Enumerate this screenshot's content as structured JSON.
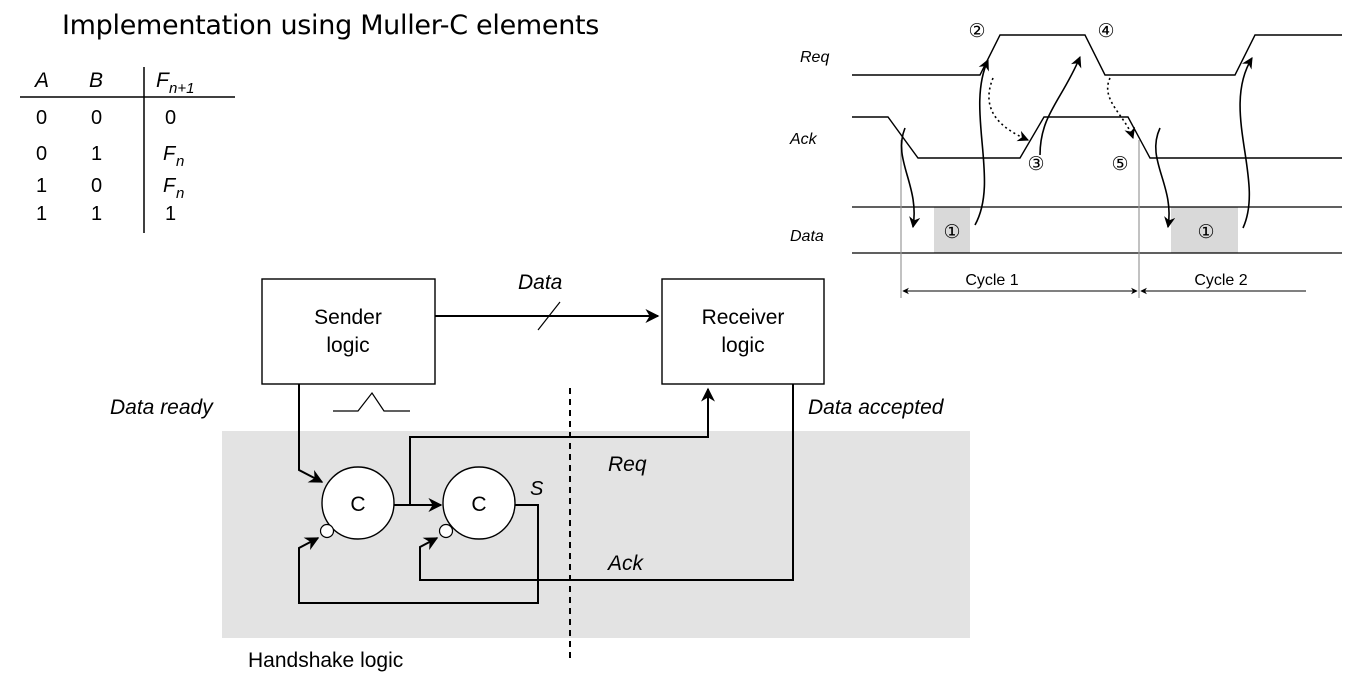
{
  "title": "Implementation using Muller-C elements",
  "truth_table": {
    "headers": [
      "A",
      "B",
      "F",
      "n+1"
    ],
    "rows": [
      [
        "0",
        "0",
        "0",
        ""
      ],
      [
        "0",
        "1",
        "F",
        "n"
      ],
      [
        "1",
        "0",
        "F",
        "n"
      ],
      [
        "1",
        "1",
        "1",
        ""
      ]
    ]
  },
  "timing": {
    "signals": [
      "Req",
      "Ack",
      "Data"
    ],
    "markers": [
      "②",
      "④",
      "③",
      "⑤",
      "①",
      "①"
    ],
    "cycles": [
      "Cycle 1",
      "Cycle 2"
    ]
  },
  "block": {
    "sender": [
      "Sender",
      "logic"
    ],
    "receiver": [
      "Receiver",
      "logic"
    ],
    "data_label": "Data",
    "data_ready": "Data ready",
    "data_accepted": "Data accepted",
    "c_label_1": "C",
    "c_label_2": "C",
    "s_label": "S",
    "req_label": "Req",
    "ack_label": "Ack",
    "handshake_label": "Handshake logic"
  }
}
